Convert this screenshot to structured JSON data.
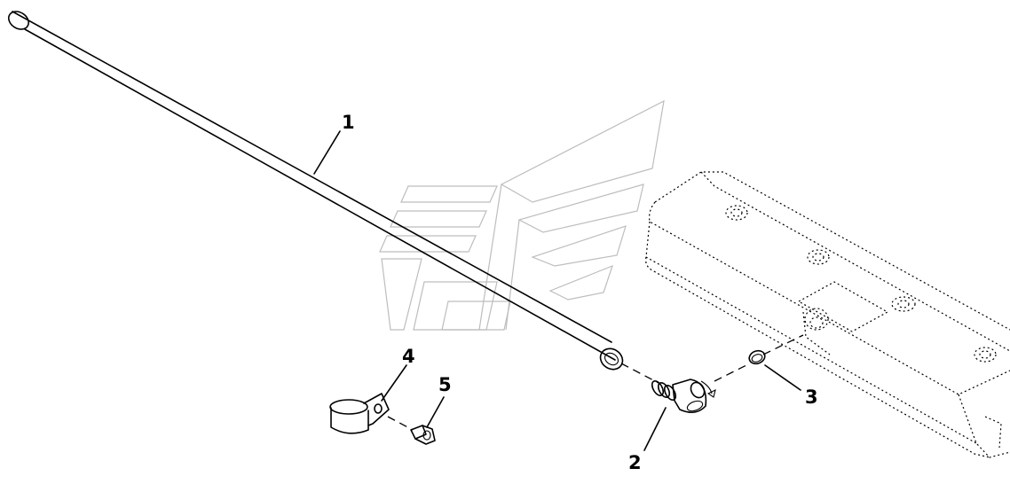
{
  "diagram": {
    "type": "exploded-parts-drawing",
    "callouts": [
      {
        "id": "1",
        "label": "1",
        "part": "tube"
      },
      {
        "id": "2",
        "label": "2",
        "part": "elbow-fitting"
      },
      {
        "id": "3",
        "label": "3",
        "part": "o-ring"
      },
      {
        "id": "4",
        "label": "4",
        "part": "clamp"
      },
      {
        "id": "5",
        "label": "5",
        "part": "bolt"
      }
    ]
  }
}
